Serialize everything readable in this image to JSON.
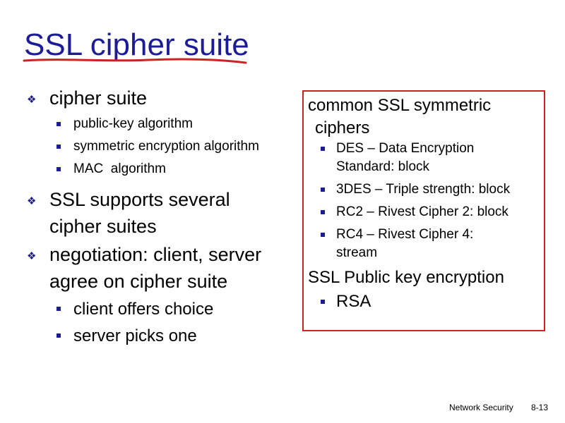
{
  "slide": {
    "title": "SSL cipher suite",
    "accent_color": "#1c1c99",
    "underline_color": "#cc2222",
    "box_border_color": "#cc2222"
  },
  "left": {
    "items": [
      {
        "text": "cipher suite",
        "subitems": [
          "public-key algorithm",
          "symmetric encryption algorithm",
          "MAC  algorithm"
        ]
      },
      {
        "text_line1": "SSL supports several",
        "text_line2": "cipher suites"
      },
      {
        "text_line1": "negotiation: client, server",
        "text_line2": "agree on cipher suite",
        "subitems": [
          "client offers choice",
          "server picks one"
        ]
      }
    ]
  },
  "box": {
    "heading1_line1": "common SSL symmetric",
    "heading1_line2": "ciphers",
    "symmetric": [
      {
        "line1": "DES – Data Encryption",
        "line2": "Standard: block"
      },
      {
        "line1": "3DES – Triple strength: block"
      },
      {
        "line1": "RC2 – Rivest Cipher 2: block"
      },
      {
        "line1": "RC4 – Rivest Cipher 4:",
        "line2": "stream"
      }
    ],
    "heading2": "SSL Public key encryption",
    "public_key": [
      "RSA"
    ]
  },
  "footer": {
    "label": "Network Security",
    "page": "8-13"
  },
  "icons": {
    "level1_bullet": "diamond-bullet-icon",
    "level2_bullet": "square-bullet-icon"
  }
}
